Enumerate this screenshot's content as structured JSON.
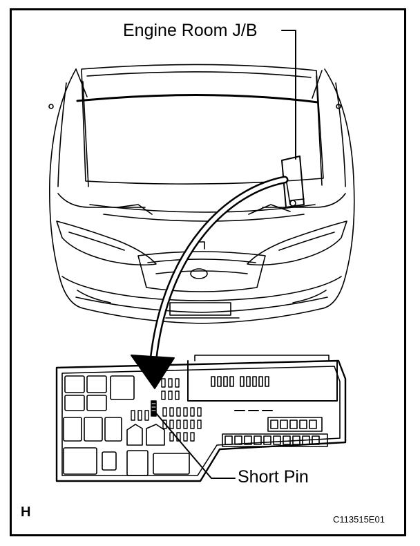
{
  "labels": {
    "engine_room_jb": "Engine Room J/B",
    "short_pin": "Short Pin",
    "corner_letter": "H",
    "figure_code": "C113515E01"
  },
  "colors": {
    "ink": "#000000",
    "background": "#ffffff"
  }
}
